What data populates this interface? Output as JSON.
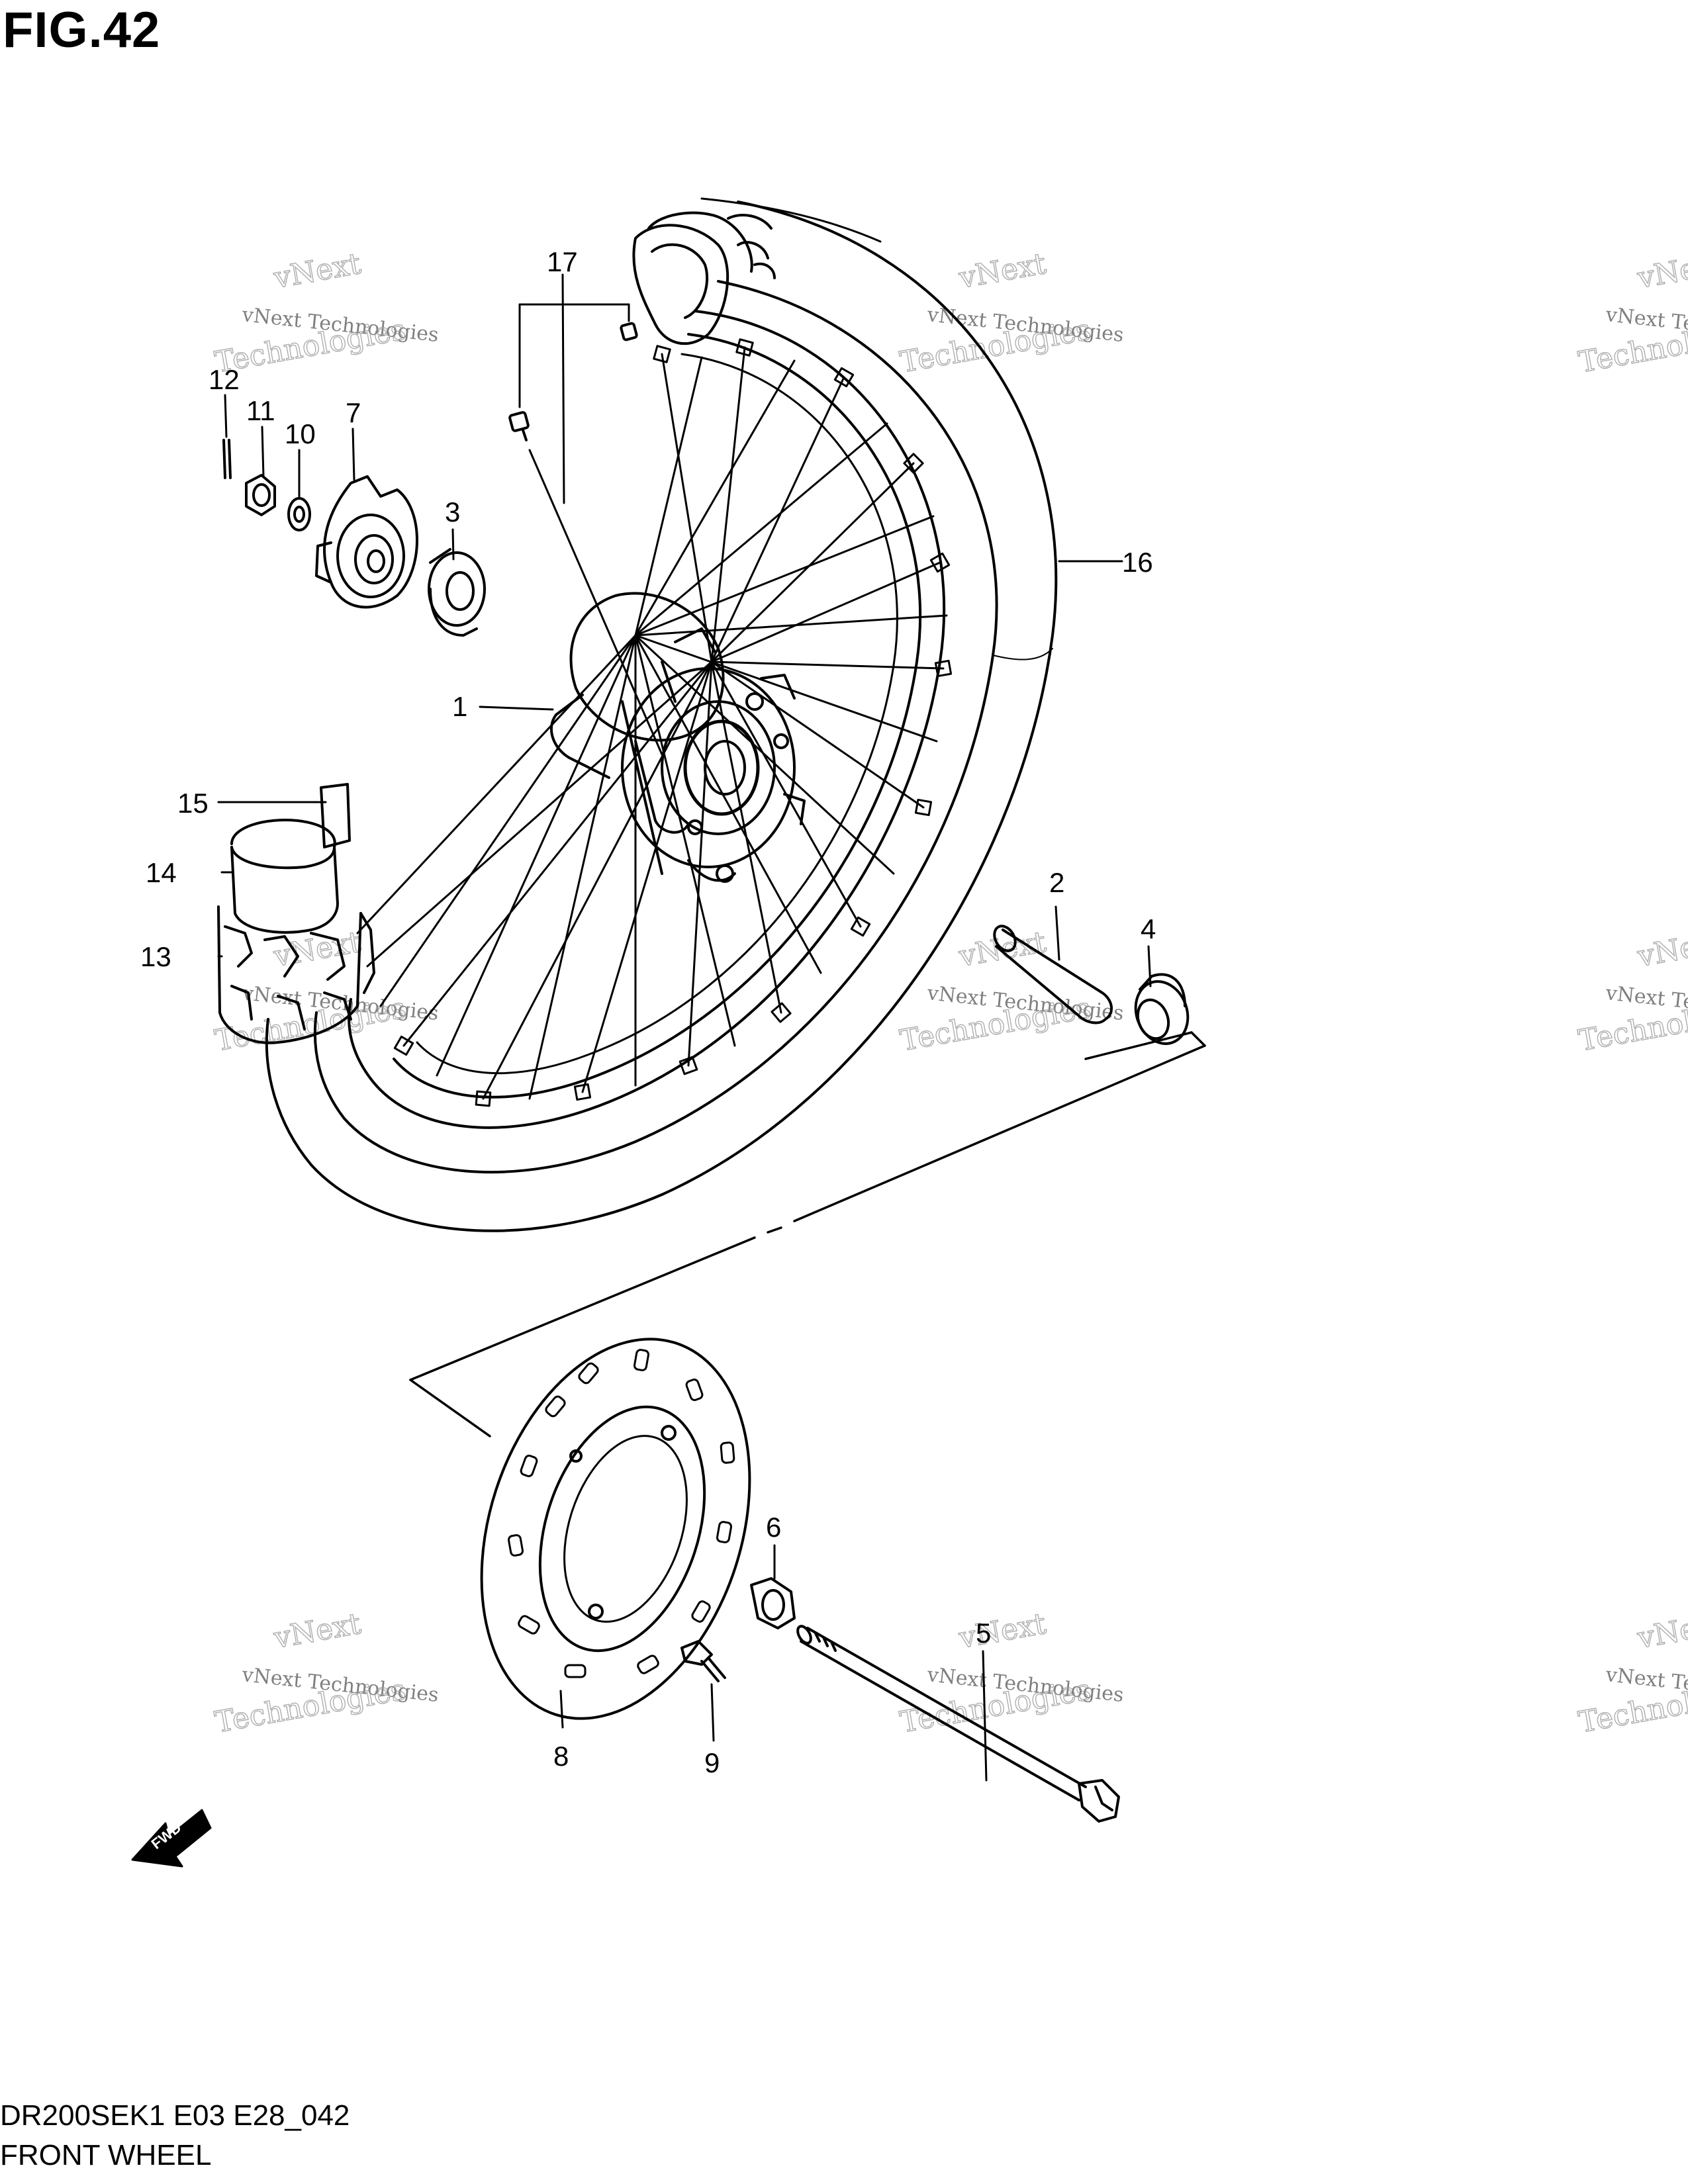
{
  "figure": {
    "title": "FIG.42"
  },
  "footer": {
    "model_code": "DR200SEK1 E03 E28_042",
    "section_name": "FRONT WHEEL"
  },
  "callouts": [
    {
      "id": "1",
      "label": "1"
    },
    {
      "id": "2",
      "label": "2"
    },
    {
      "id": "3",
      "label": "3"
    },
    {
      "id": "4",
      "label": "4"
    },
    {
      "id": "5",
      "label": "5"
    },
    {
      "id": "6",
      "label": "6"
    },
    {
      "id": "7",
      "label": "7"
    },
    {
      "id": "8",
      "label": "8"
    },
    {
      "id": "9",
      "label": "9"
    },
    {
      "id": "10",
      "label": "10"
    },
    {
      "id": "11",
      "label": "11"
    },
    {
      "id": "12",
      "label": "12"
    },
    {
      "id": "13",
      "label": "13"
    },
    {
      "id": "14",
      "label": "14"
    },
    {
      "id": "15",
      "label": "15"
    },
    {
      "id": "16",
      "label": "16"
    },
    {
      "id": "17",
      "label": "17"
    }
  ],
  "direction_arrow": {
    "label": "FWD",
    "icon": "fwd-arrow-icon"
  },
  "watermark": {
    "line1": "vNext Technologies",
    "line2": "vNext",
    "line3": "Technologies"
  }
}
